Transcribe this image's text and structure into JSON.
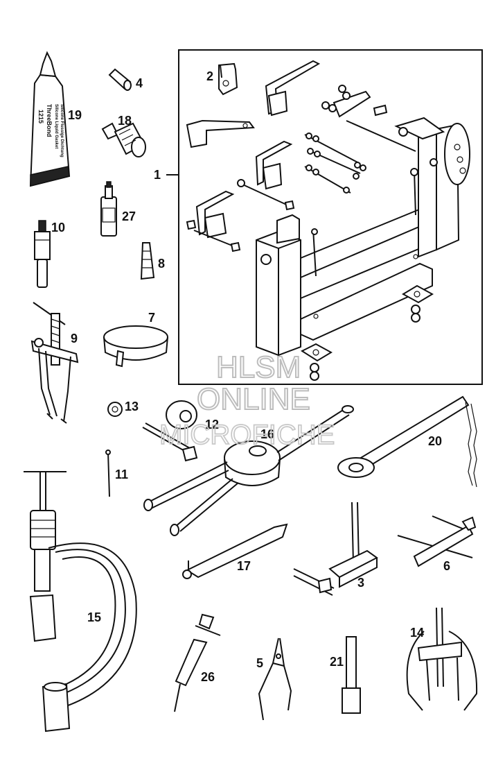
{
  "watermark": {
    "line1": "HLSM",
    "line2": "ONLINE",
    "line3": "MICROFICHE"
  },
  "callouts": {
    "c1": "1",
    "c2": "2",
    "c3": "3",
    "c4": "4",
    "c5": "5",
    "c6": "6",
    "c7": "7",
    "c8": "8",
    "c9": "9",
    "c10": "10",
    "c11": "11",
    "c12": "12",
    "c13": "13",
    "c14": "14",
    "c15": "15",
    "c16": "16",
    "c17": "17",
    "c18": "18",
    "c19": "19",
    "c20": "20",
    "c21": "21",
    "c26": "26",
    "c27": "27"
  },
  "tube_label": {
    "brand": "ThreeBond",
    "code": "1215",
    "line1": "Silicone Liquid Gasket",
    "line2": "Silicone Flussige Dichtung"
  },
  "colors": {
    "ink": "#111111",
    "paper": "#ffffff",
    "watermark": "#bdbdbd"
  }
}
